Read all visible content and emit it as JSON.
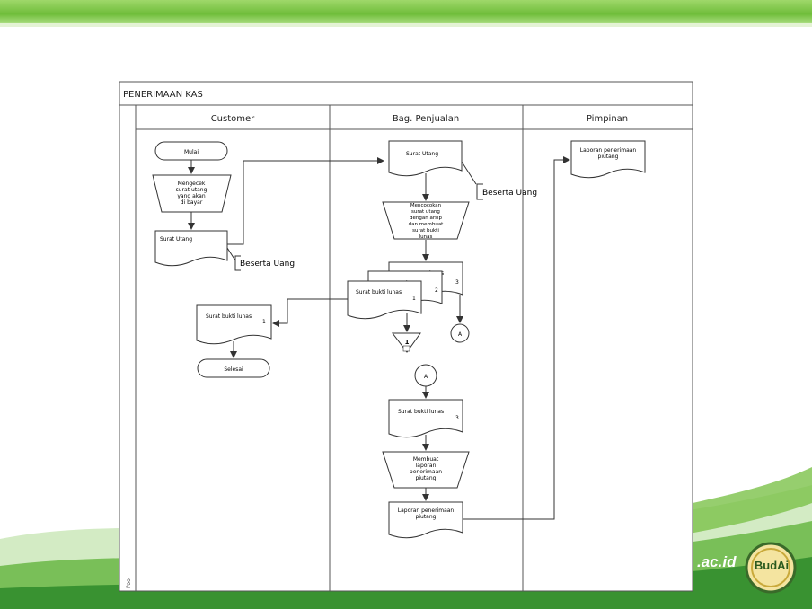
{
  "diagram": {
    "title": "PENERIMAAN KAS",
    "side_label": "Pool",
    "lanes": [
      "Customer",
      "Bag. Penjualan",
      "Pimpinan"
    ],
    "customer": {
      "start": "Mulai",
      "check": [
        "Mengecek",
        "surat utang",
        "yang akan",
        "di bayar"
      ],
      "doc_utang": "Surat Utang",
      "annot": "Beserta Uang",
      "doc_bukti": "Surat bukti lunas",
      "doc_bukti_num": "1",
      "end": "Selesai"
    },
    "penjualan": {
      "doc_utang": "Surat Utang",
      "annot": "Beserta Uang",
      "proc1": [
        "Mencocokan",
        "surat utang",
        "dengan arsip",
        "dan membuat",
        "surat bukti",
        "lunas"
      ],
      "stack_back3": "lunas",
      "stack_num3": "3",
      "stack_back2": "lunas",
      "stack_num2": "2",
      "stack_front": "Surat bukti lunas",
      "stack_num1": "1",
      "archive_num": "1",
      "connector": "A",
      "connector2": "A",
      "doc_bukti3": "Surat bukti lunas",
      "doc_bukti3_num": "3",
      "proc2": [
        "Membuat",
        "laporan",
        "penerimaan",
        "piutang"
      ],
      "doc_laporan": [
        "Laporan penerimaan",
        "piutang"
      ]
    },
    "pimpinan": {
      "doc_laporan": [
        "Laporan penerimaan",
        "piutang"
      ]
    }
  },
  "brand": {
    "url": ".ac.id",
    "logo": "BudAi"
  },
  "colors": {
    "green_bar": "#7cc24a",
    "diagram_line": "#333333",
    "header_fill": "#ffffff"
  }
}
